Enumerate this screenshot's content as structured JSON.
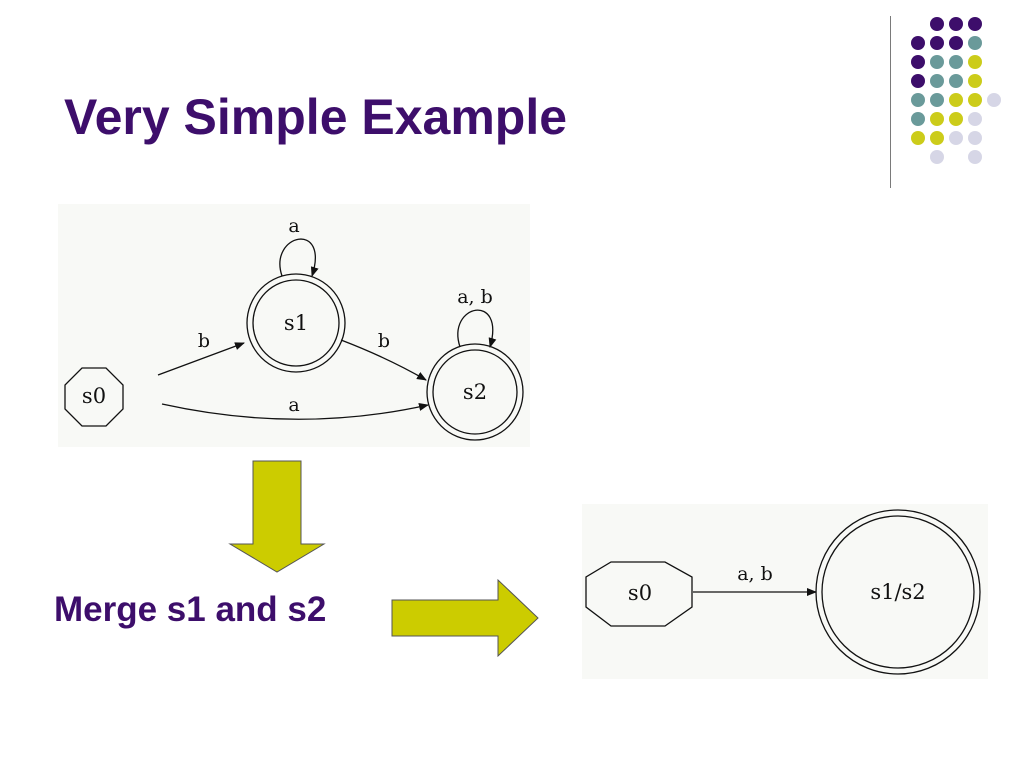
{
  "slide": {
    "title": "Very Simple Example",
    "caption": "Merge s1 and s2"
  },
  "before_automaton": {
    "states": [
      {
        "id": "s0",
        "label": "s0",
        "shape": "octagon",
        "accepting": false
      },
      {
        "id": "s1",
        "label": "s1",
        "shape": "double-circle",
        "accepting": true
      },
      {
        "id": "s2",
        "label": "s2",
        "shape": "double-circle",
        "accepting": true
      }
    ],
    "transitions": [
      {
        "from": "s0",
        "to": "s1",
        "label": "b"
      },
      {
        "from": "s0",
        "to": "s2",
        "label": "a"
      },
      {
        "from": "s1",
        "to": "s1",
        "label": "a"
      },
      {
        "from": "s1",
        "to": "s2",
        "label": "b"
      },
      {
        "from": "s2",
        "to": "s2",
        "label": "a, b"
      }
    ]
  },
  "after_automaton": {
    "states": [
      {
        "id": "s0",
        "label": "s0",
        "shape": "octagon",
        "accepting": false
      },
      {
        "id": "s1s2",
        "label": "s1/s2",
        "shape": "double-circle",
        "accepting": true
      }
    ],
    "transitions": [
      {
        "from": "s0",
        "to": "s1s2",
        "label": "a, b"
      }
    ]
  },
  "colors": {
    "title": "#3d0e6b",
    "arrow_fill": "#cccc00",
    "dot_purple": "#3d0e6b",
    "dot_teal": "#6a9a9a",
    "dot_yellow": "#cccc1a",
    "dot_lavender": "#d6d6e6"
  },
  "icons": [
    "down-arrow-icon",
    "right-arrow-icon"
  ]
}
